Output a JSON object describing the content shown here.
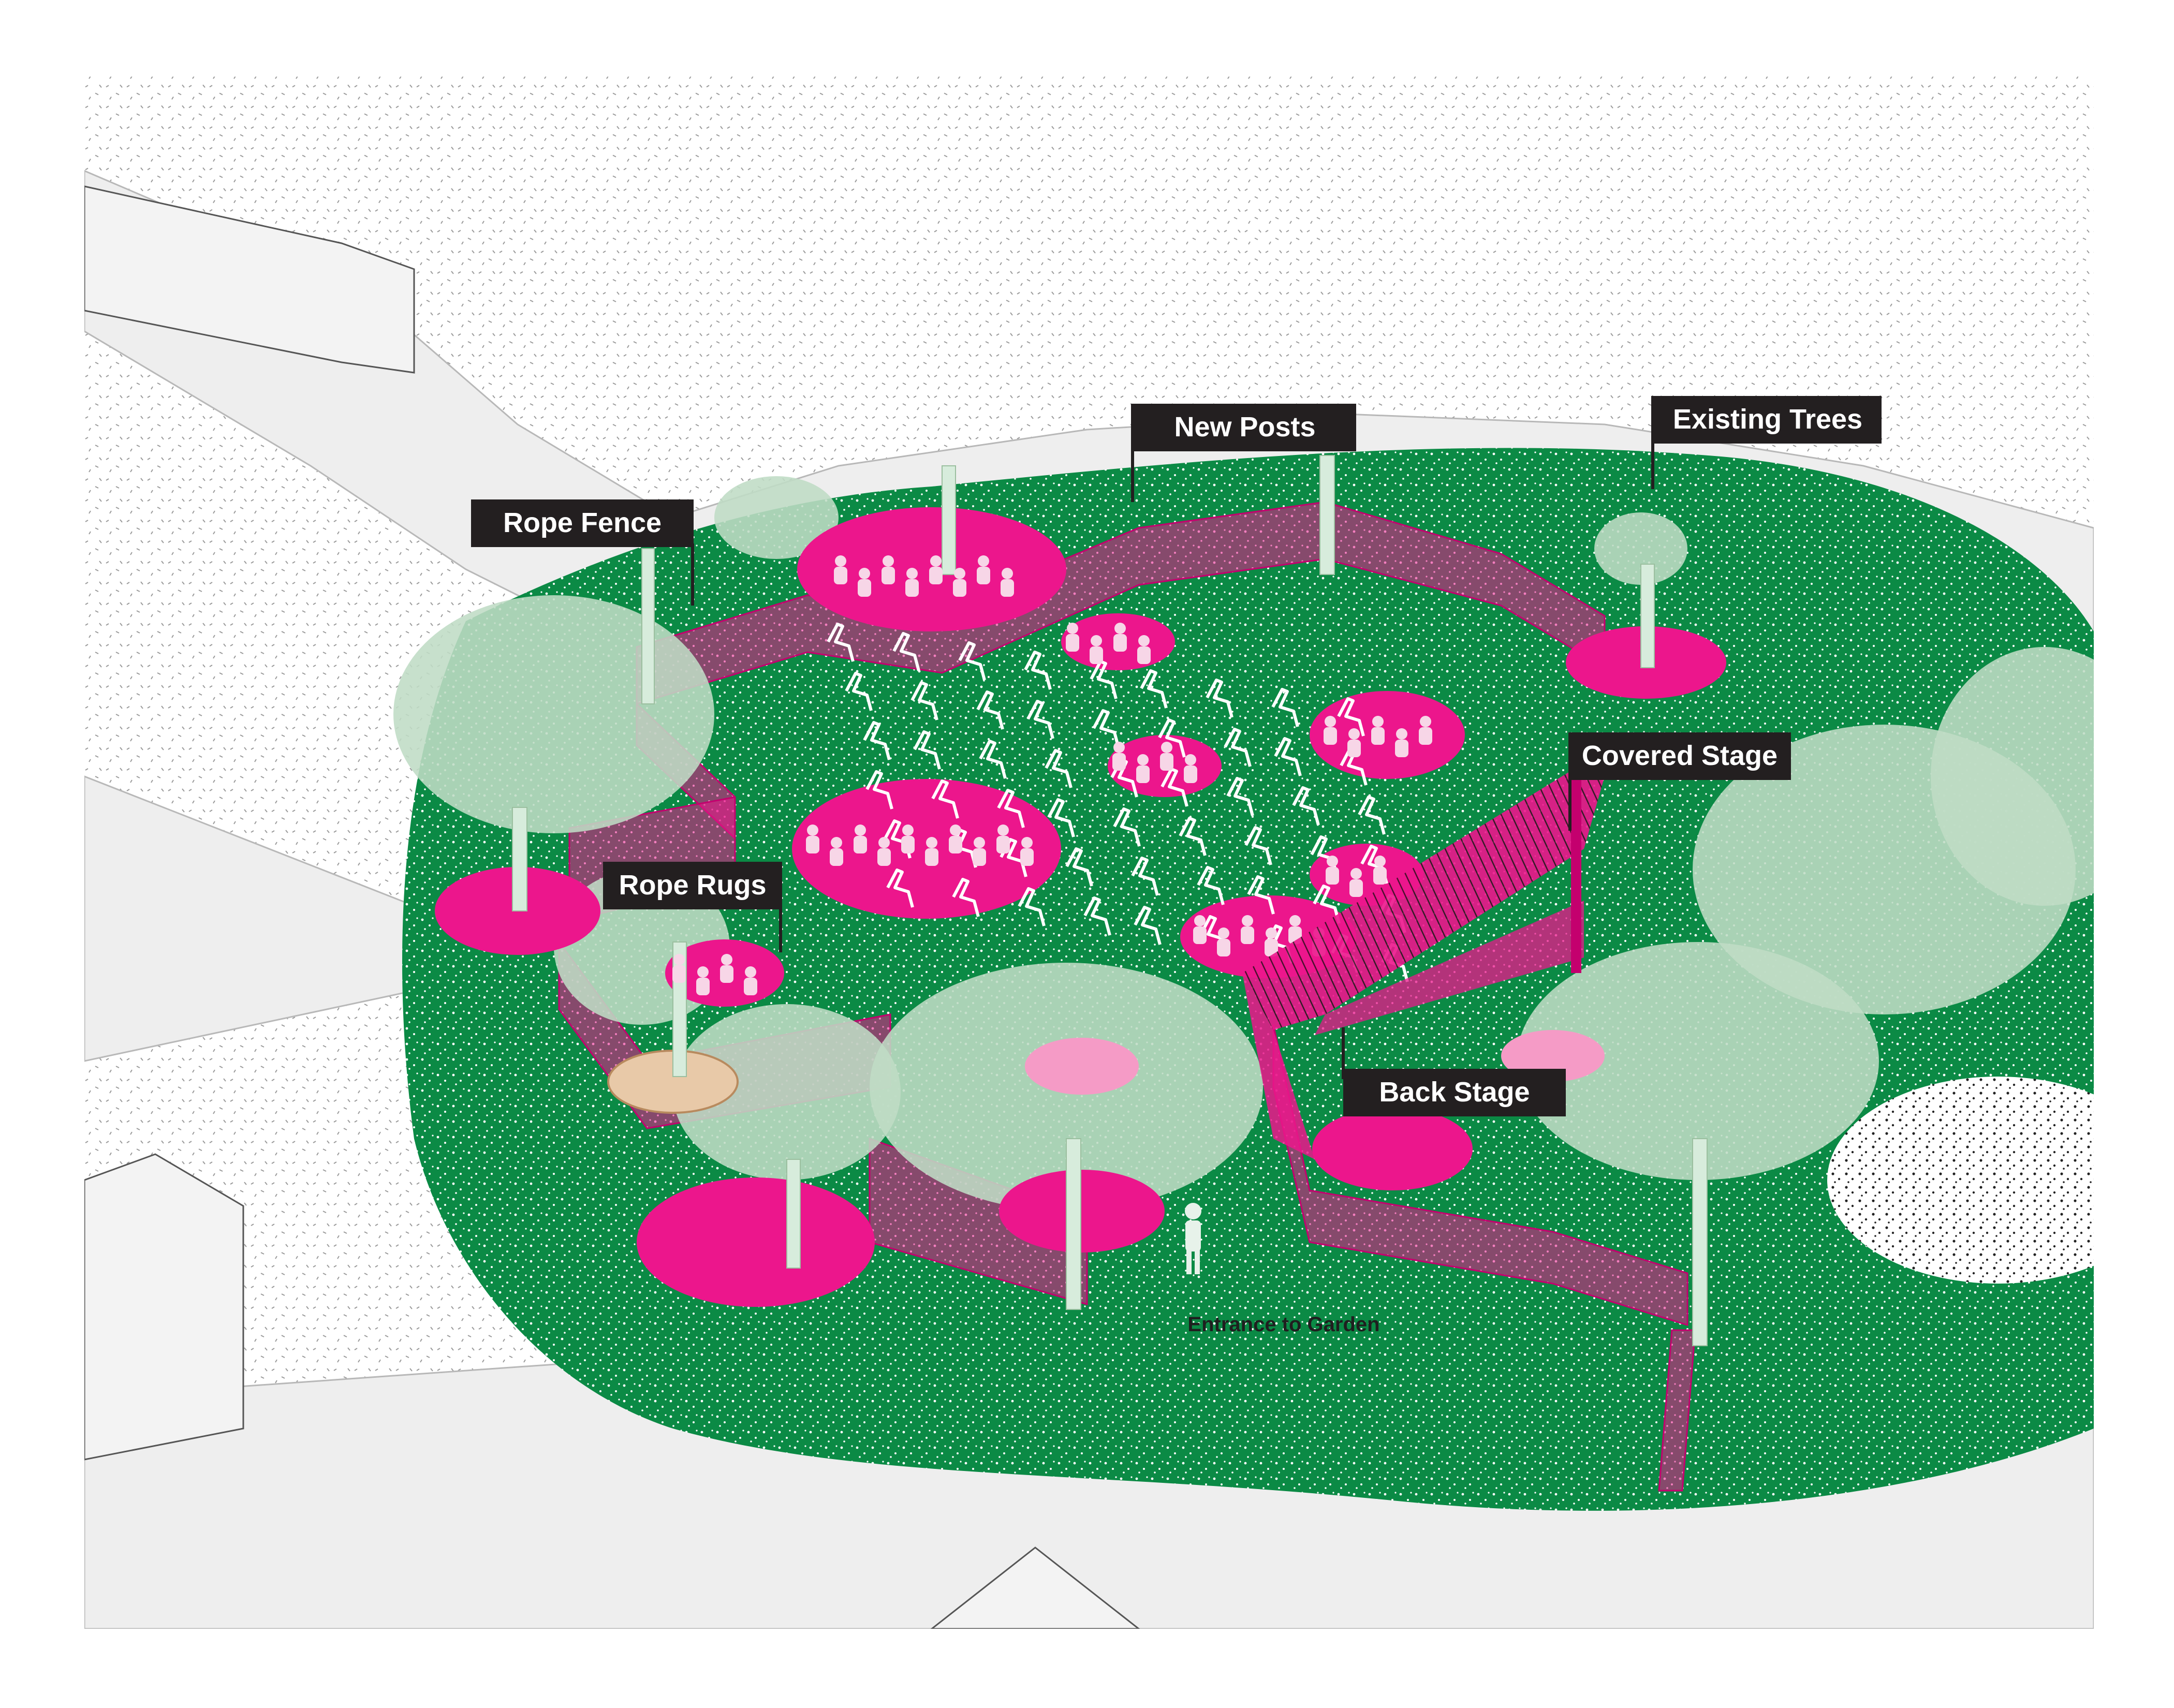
{
  "labels": {
    "rope_fence": "Rope Fence",
    "new_posts": "New Posts",
    "existing_trees": "Existing Trees",
    "covered_stage": "Covered Stage",
    "rope_rugs": "Rope Rugs",
    "back_stage": "Back Stage",
    "entrance": "Entrance to Garden"
  },
  "colors": {
    "lawn": "#0b8a45",
    "magenta": "#ec168c",
    "magenta_light": "#f06aa8",
    "tree_canopy": "#bfdcc5",
    "path": "#eeeeee",
    "ground": "#ffffff",
    "label_bg": "#231f20",
    "label_text": "#ffffff"
  }
}
